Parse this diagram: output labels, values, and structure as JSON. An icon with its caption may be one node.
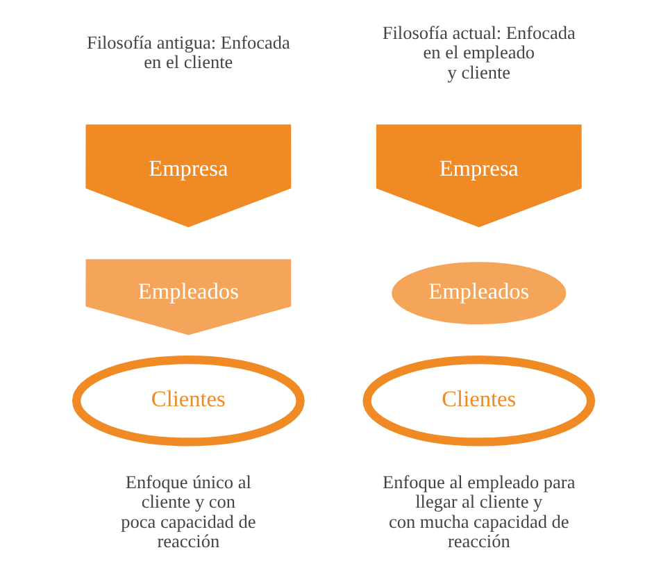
{
  "diagram": {
    "nodes": [
      {
        "text": [
          "Empresa"
        ]
      },
      {
        "text": [
          "Empleados"
        ]
      },
      {
        "text": [
          "Clientes"
        ]
      },
      {
        "text": [
          "Empresa"
        ]
      },
      {
        "text": [
          "Empleados"
        ]
      },
      {
        "text": [
          "Clientes"
        ]
      }
    ],
    "edges": [],
    "labels": [
      "Filosofía antigua: Enfocada en el cliente",
      "Filosofía actual: Enfocada en el empleado y cliente",
      "Enfoque único al cliente y con poca capacidad de reacción",
      "Enfoque al empleado para llegar al cliente y con mucha capacidad de reacción"
    ]
  }
}
